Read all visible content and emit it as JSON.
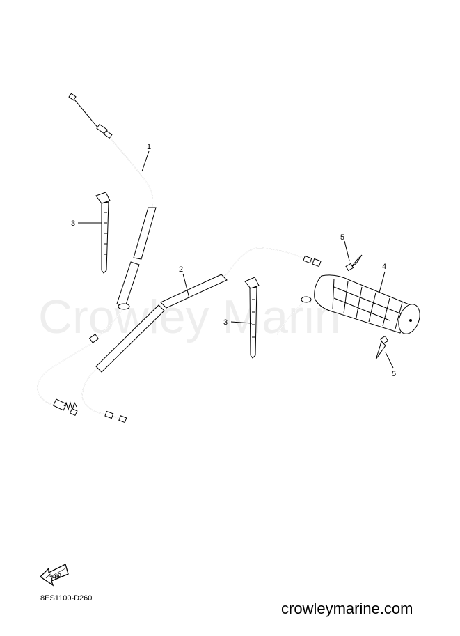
{
  "watermark": "Crowley Marin",
  "callouts": {
    "c1": "1",
    "c2": "2",
    "c3a": "3",
    "c3b": "3",
    "c4": "4",
    "c5a": "5",
    "c5b": "5"
  },
  "fwd_label": "FWD",
  "diagram_code": "8ES1100-D260",
  "site_url": "crowleymarine.com"
}
